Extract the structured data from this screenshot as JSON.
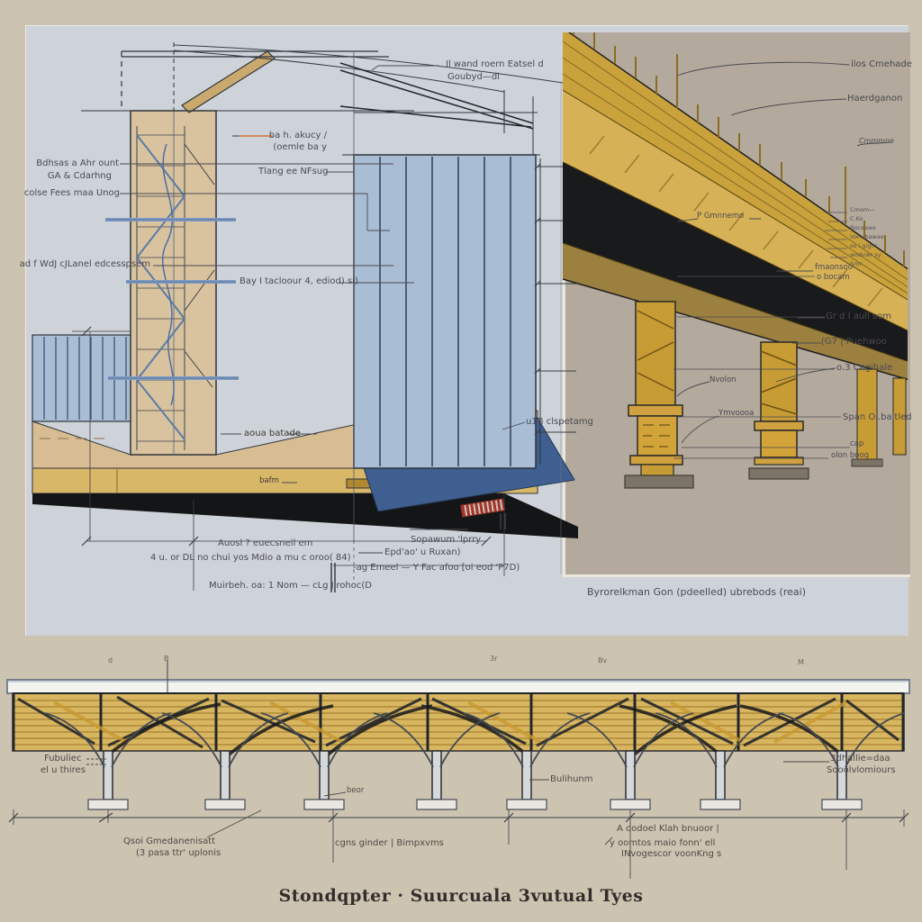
{
  "panels": {
    "left_section": {
      "labels": [
        "Il wand roern Eatsel d",
        "Goubyd—dl",
        "ba h. akucy /",
        "(oemle ba y",
        "Tlang ee NFsug",
        "Bdhsas a Ahr ount",
        "GA & Cdarhng",
        "colse Fees maa Unog",
        "ad f WdJ cJLanel edcesspsem",
        "Bay I tacloour 4, ediod) si)",
        "u1B clspetamg",
        "aoua batade",
        "bafm",
        "Auosl ? euecsneil em",
        "4 u. or DL no chui yos Mdio a mu c oroo( 84)",
        "Muirbeh. oa: 1 Nom — cLg Jirohoc(D",
        "Sopawum 'lprry",
        "Epd'ao' u Ruxan)",
        "-ag Emeel — Y Fac afoo [oi eod 'P7D)"
      ]
    },
    "right_perspective": {
      "labels": [
        "ilos Cmehade",
        "Haerdganon",
        "Cmmmne",
        "fmaonsoo",
        "o bocam",
        "Gr d I aull som",
        "(G7 | Puehwoo",
        "o.3 Cagihale",
        "Nvolon",
        "Span Ol.baitled",
        "cap",
        "olon boog",
        "Ymvoooa",
        "P Gmnnemo"
      ],
      "tiny_stack": [
        "Cmom—",
        "C.Ko",
        "Boceaws",
        "Vom bawae",
        "os i gignr",
        "wodvwr sy",
        "Smr"
      ],
      "caption": "Byrorelkman Gon (pdeelled) ubrebods (reai)"
    },
    "bottom_elevation": {
      "labels": [
        "Fubuliec",
        "el u thires",
        "beor",
        "Bulihunm",
        "cgns ginder | Bimpxvms",
        "Qsoi Gmedanenisatt",
        "(3 pasa ttr' uplonis",
        "A oodoel Klah bnuoor |",
        "y oomtos maio fonn' ell",
        "INvogescor voonKng s",
        "3dhallie=daa",
        "Sooolvlomiours"
      ],
      "ticks": [
        "d",
        "B",
        "3r",
        "Bv",
        "M"
      ]
    },
    "footer": {
      "caption": "Stondqpter · Suurcuala 3vutual Tyes"
    },
    "colors": {
      "canvas": "#cdc3b1",
      "panel_left": "#ced3d9",
      "panel_right": "#b3a99c",
      "wall_blue": "#a9bdd4",
      "navy": "#3f5f90",
      "ground_tan": "#d8bd92",
      "beam_gold": "#d9b768",
      "pier_gold": "#c89c35",
      "deck_gold": "#d7b155",
      "ink": "#2f343b",
      "label_gray": "#4b4a52",
      "red_mark": "#c0392b"
    }
  }
}
